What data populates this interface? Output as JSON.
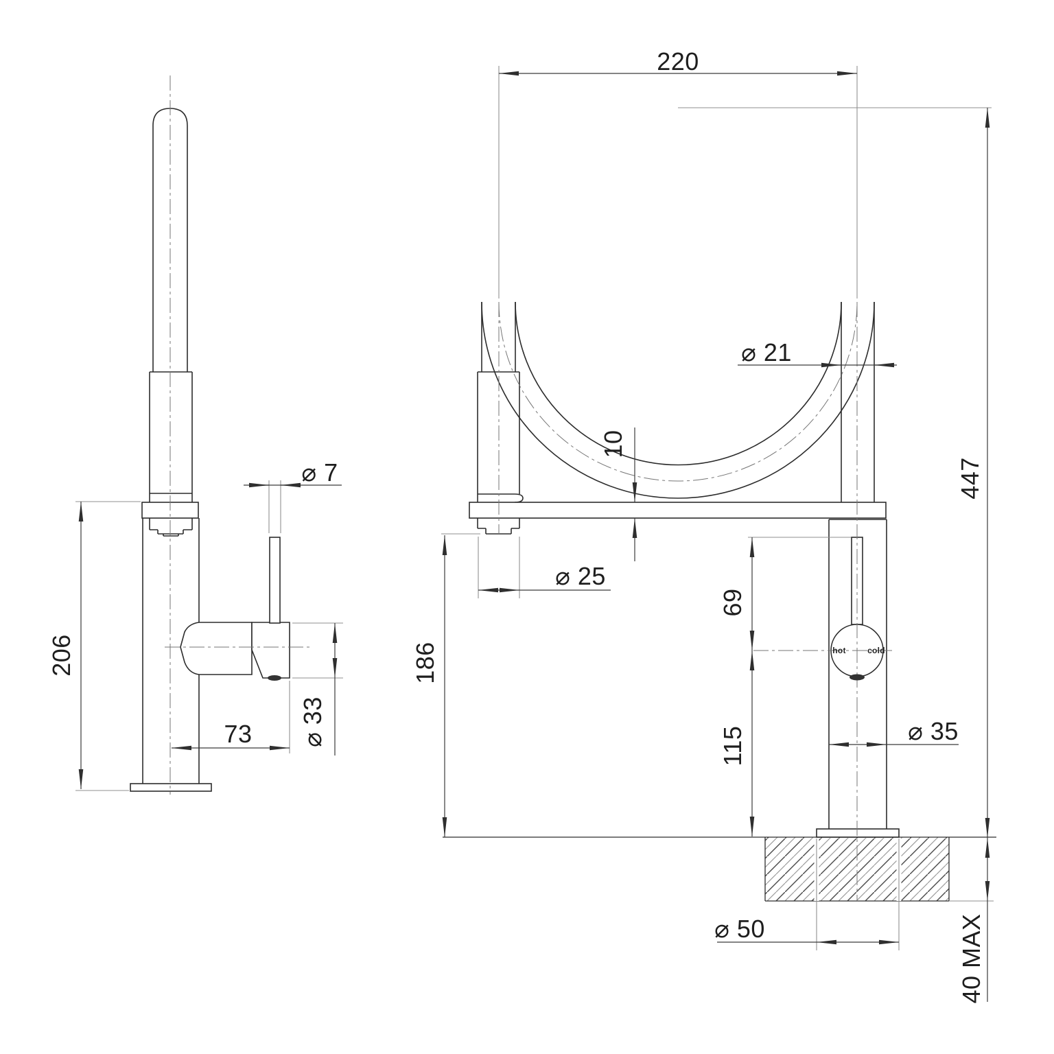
{
  "dims": {
    "spout_reach": "220",
    "spout_tube_dia": "⌀ 21",
    "holder_thickness": "10",
    "overall_height": "447",
    "spray_head_dia": "⌀ 25",
    "spray_clearance": "186",
    "lever_height": "69",
    "body_height": "115",
    "body_dia": "⌀ 35",
    "hole_dia": "⌀ 50",
    "bench_thickness_max": "40 MAX",
    "side_height": "206",
    "handle_reach": "73",
    "lever_rod_dia": "⌀ 7",
    "handle_dia": "⌀ 33"
  },
  "indicator": {
    "hot": "hot",
    "cold": "cold"
  },
  "colors": {
    "background": "#ffffff",
    "outline": "#2c2c2c",
    "dimension_line": "#3a3a3a",
    "extension_line": "#8f8f8f",
    "centerline": "#757575",
    "hatch_dark": "#4a4a4a",
    "hatch_light": "#9a9a9a",
    "text": "#1e1e1e",
    "indicator_fill": "#333333"
  }
}
